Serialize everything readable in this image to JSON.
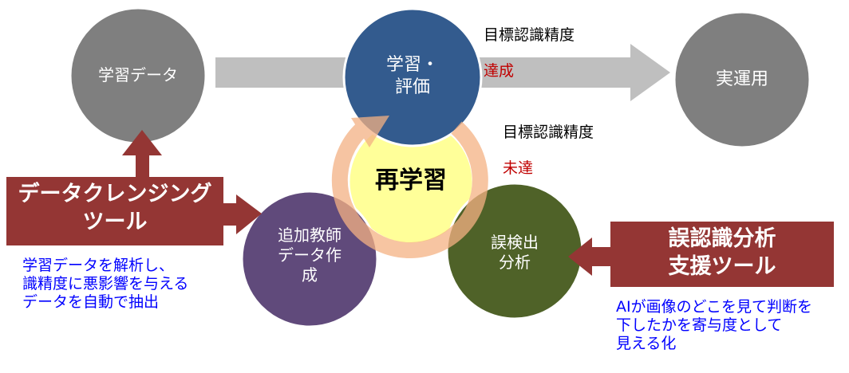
{
  "nodes": {
    "training_data": "学習データ",
    "train_eval": "学習・\n評価",
    "production": "実運用",
    "retrain": "再学習",
    "add_teacher": "追加教師\nデータ作\n成",
    "misdetect": "誤検出\n分析"
  },
  "status": {
    "target_accuracy": "目標認識精度",
    "achieved": "達成",
    "not_achieved": "未達"
  },
  "tools": {
    "cleansing": "データクレンジング\nツール",
    "cleansing_desc": "学習データを解析し、\n識精度に悪影響を与える\nデータを自動で抽出",
    "misrecognition": "誤認識分析\n支援ツール",
    "misrecognition_desc": "AIが画像のどこを見て判断を\n下したかを寄与度として\n見える化"
  },
  "colors": {
    "gray": "#7f7f7f",
    "blue": "#335b8e",
    "yellow": "#ffff99",
    "ring": "#f4b183",
    "purple": "#604a7b",
    "green": "#4f6228",
    "tool_red": "#943634",
    "note_blue": "#0000ff",
    "status_red": "#c00000"
  }
}
